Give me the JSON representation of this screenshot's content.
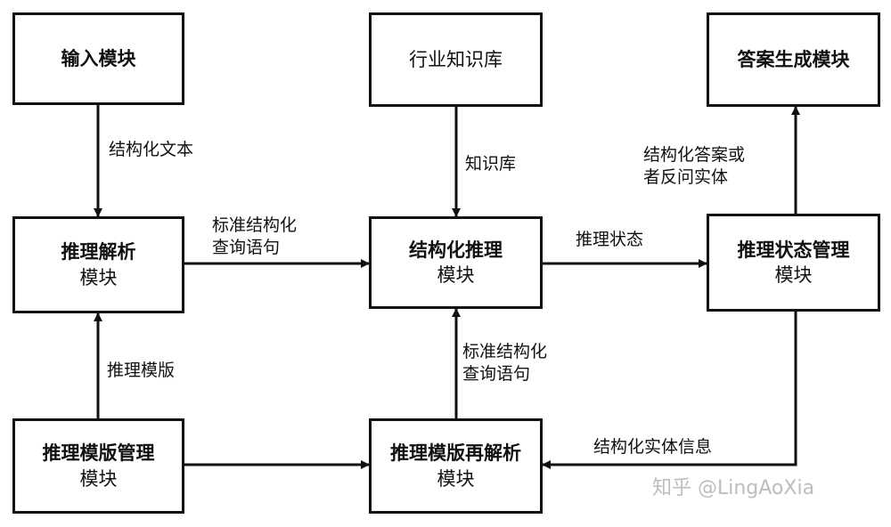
{
  "nodes": {
    "input": {
      "line1": "输入模块"
    },
    "kb": {
      "line1": "行业知识库"
    },
    "answer": {
      "line1": "答案生成模块"
    },
    "parse": {
      "line1": "推理解析",
      "line2": "模块"
    },
    "structured": {
      "line1": "结构化推理",
      "line2": "模块"
    },
    "state": {
      "line1": "推理状态管理",
      "line2": "模块"
    },
    "template_mgmt": {
      "line1": "推理模版管理",
      "line2": "模块"
    },
    "reparse": {
      "line1": "推理模版再解析",
      "line2": "模块"
    }
  },
  "edges": {
    "input_to_parse": "结构化文本",
    "kb_to_structured": "知识库",
    "state_to_answer": {
      "line1": "结构化答案或",
      "line2": "者反问实体"
    },
    "parse_to_structured": {
      "line1": "标准结构化",
      "line2": "查询语句"
    },
    "structured_to_state": "推理状态",
    "template_to_parse": "推理模版",
    "reparse_to_structured": {
      "line1": "标准结构化",
      "line2": "查询语句"
    },
    "state_to_reparse": "结构化实体信息"
  },
  "watermark": "知乎 @LingAoXia"
}
